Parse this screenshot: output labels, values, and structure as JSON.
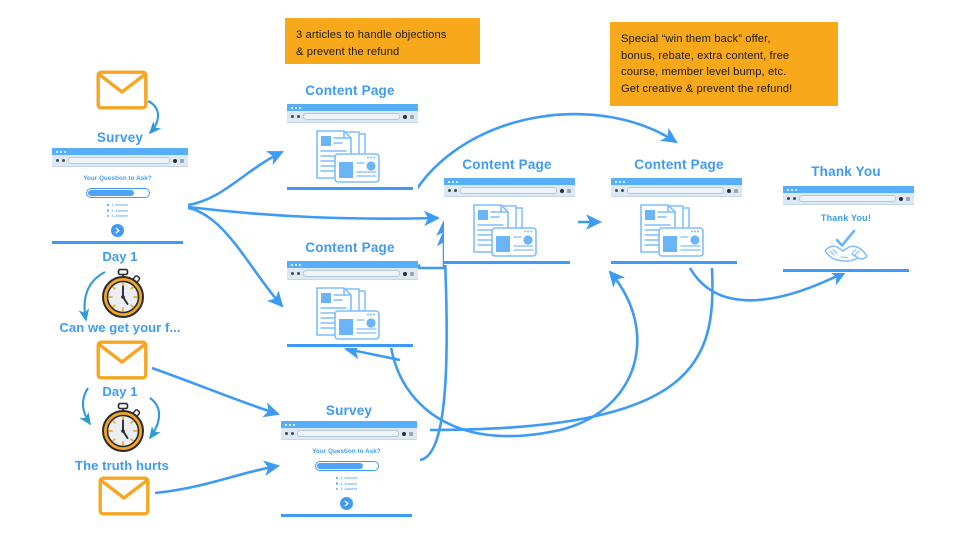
{
  "meta": {
    "title": "Refund Prevention Funnel Flowchart",
    "colors": {
      "blue": "#3E9BF5",
      "blue_light": "#6BB4F7",
      "orange": "#F7A81B",
      "orange_dark": "#F59A00",
      "arrow": "#3E9BF5",
      "callout_bg": "#F7A81B",
      "callout_text": "#1d1d1d",
      "window_shadow": "#b9b9b9"
    }
  },
  "callouts": [
    {
      "id": "callout-articles",
      "text": "3 articles to handle objections\n& prevent the refund"
    },
    {
      "id": "callout-offer",
      "text": "Special “win them back” offer,\nbonus, rebate, extra content, free\ncourse, member level bump, etc.\nGet creative & prevent the refund!"
    }
  ],
  "nodes": {
    "survey_top": {
      "caption": "Survey",
      "question": "Your Question to Ask?",
      "options": [
        "1. Answer",
        "2. Answer",
        "3. Answer"
      ],
      "next_icon": "chevron-right-icon"
    },
    "survey_bottom": {
      "caption": "Survey",
      "question": "Your Question to Ask?",
      "options": [
        "1. Answer",
        "2. Answer",
        "3. Answer"
      ],
      "next_icon": "chevron-right-icon"
    },
    "content_pages": [
      {
        "caption": "Content Page",
        "icon": "documents-icon"
      },
      {
        "caption": "Content Page",
        "icon": "documents-icon"
      },
      {
        "caption": "Content Page",
        "icon": "documents-icon"
      },
      {
        "caption": "Content Page",
        "icon": "documents-icon"
      }
    ],
    "thank_you": {
      "caption": "Thank You",
      "body_text": "Thank You!",
      "icon": "handshake-check-icon"
    }
  },
  "email_steps": [
    {
      "id": "email-1",
      "icon": "envelope-icon"
    },
    {
      "id": "email-2",
      "icon": "envelope-icon"
    },
    {
      "id": "email-3",
      "icon": "envelope-icon"
    }
  ],
  "delays": [
    {
      "id": "delay-1",
      "label": "Day 1",
      "icon": "stopwatch-icon"
    },
    {
      "id": "delay-2",
      "label": "Day 1",
      "icon": "stopwatch-icon"
    }
  ],
  "email_subjects": [
    {
      "id": "subject-1",
      "text": "Can we get your f..."
    },
    {
      "id": "subject-2",
      "text": "The truth hurts"
    }
  ]
}
